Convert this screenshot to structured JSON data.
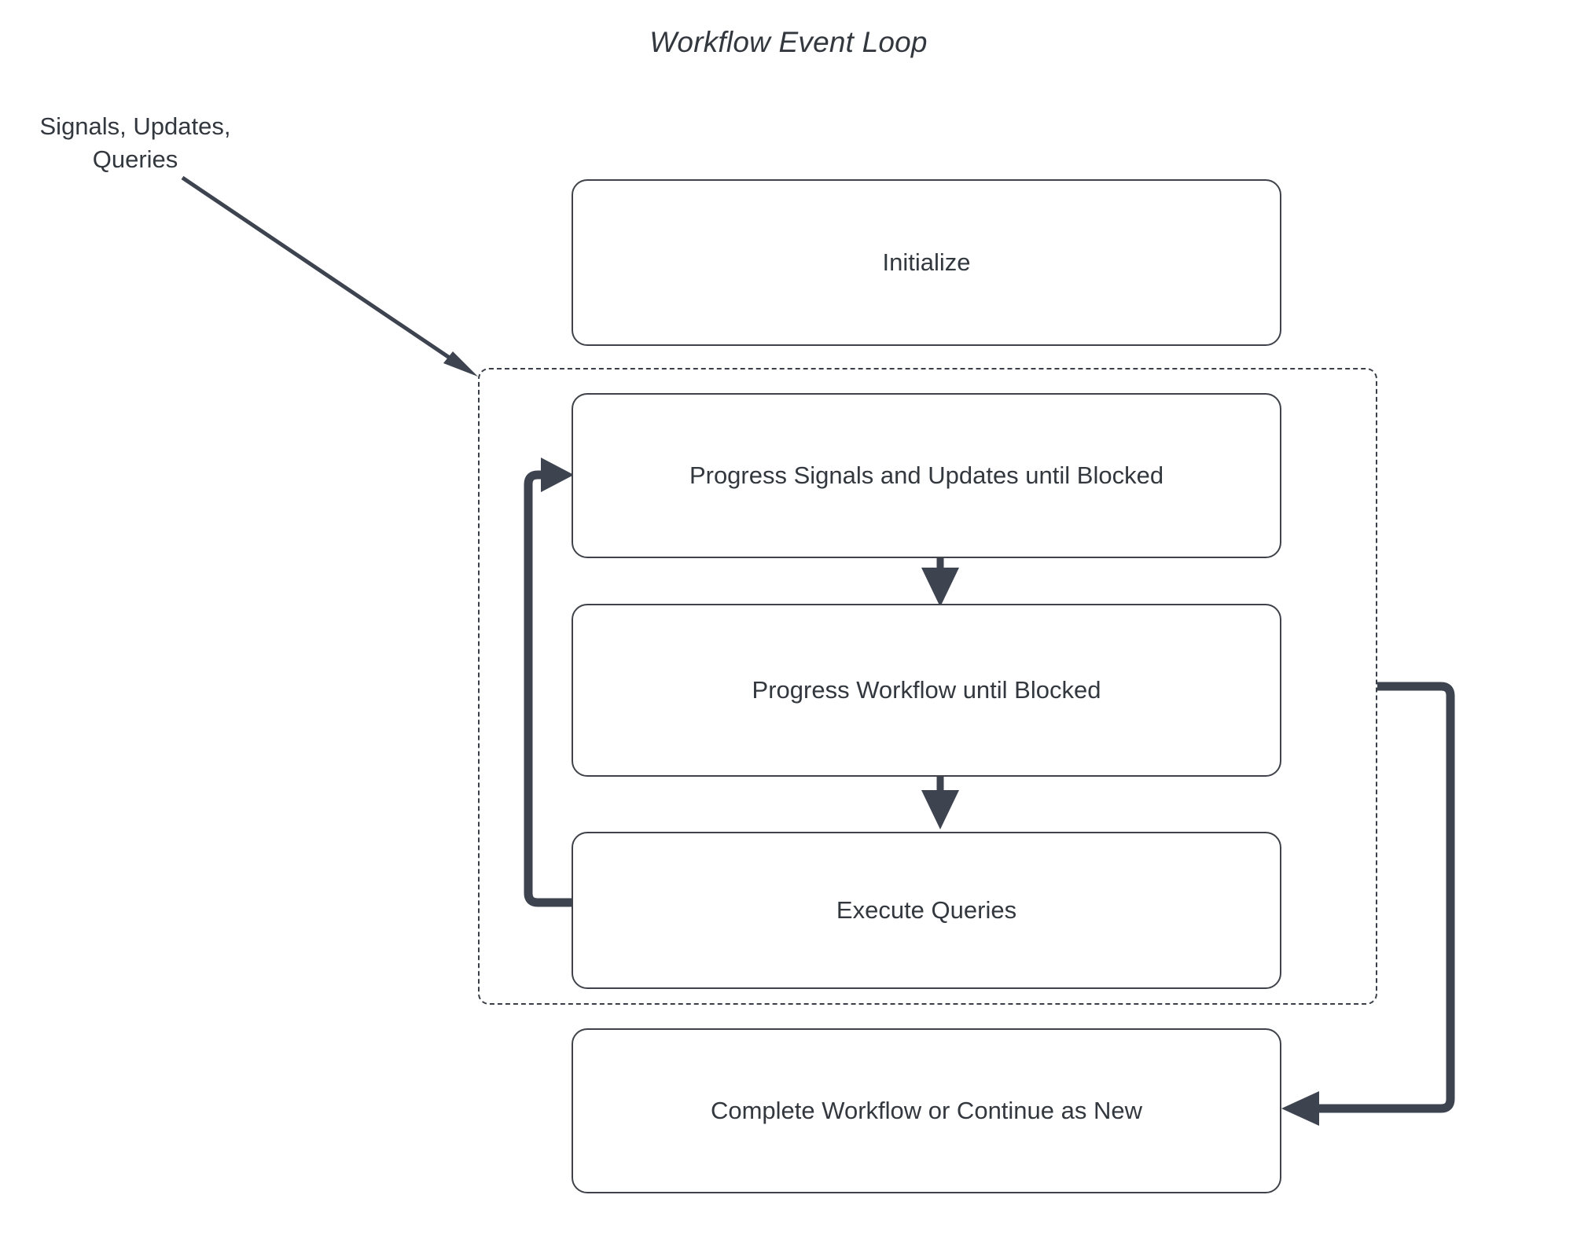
{
  "diagram": {
    "title": "Workflow Event Loop",
    "external_input_label": "Signals, Updates,\nQueries",
    "external_input_line1": "Signals, Updates,",
    "external_input_line2": "Queries",
    "colors": {
      "node_border": "#3f4349",
      "node_fill": "#ffffff",
      "text": "#33383f",
      "edge": "#3d4450",
      "dashed_group_border": "#3a3f47",
      "background": "#ffffff"
    },
    "nodes": [
      {
        "id": "initialize",
        "label": "Initialize",
        "shape": "rounded-rectangle",
        "inside_loop": false
      },
      {
        "id": "progress-signals",
        "label": "Progress Signals and Updates until Blocked",
        "shape": "rounded-rectangle",
        "inside_loop": true
      },
      {
        "id": "progress-workflow",
        "label": "Progress Workflow until Blocked",
        "shape": "rounded-rectangle",
        "inside_loop": true
      },
      {
        "id": "execute-queries",
        "label": "Execute Queries",
        "shape": "rounded-rectangle",
        "inside_loop": true
      },
      {
        "id": "complete-workflow",
        "label": "Complete Workflow or Continue as New",
        "shape": "rounded-rectangle",
        "inside_loop": false
      }
    ],
    "group": {
      "id": "event-loop-group",
      "style": "dashed",
      "label": ""
    },
    "edges": [
      {
        "id": "external-to-loop",
        "from": "external-input-label",
        "to": "event-loop-group",
        "style": "solid-diagonal",
        "arrow": "end"
      },
      {
        "id": "signals-to-workflow",
        "from": "progress-signals",
        "to": "progress-workflow",
        "style": "solid-vertical",
        "arrow": "end"
      },
      {
        "id": "workflow-to-queries",
        "from": "progress-workflow",
        "to": "execute-queries",
        "style": "solid-vertical",
        "arrow": "end"
      },
      {
        "id": "queries-back-to-signals",
        "from": "execute-queries",
        "to": "progress-signals",
        "style": "orthogonal-left-loop",
        "arrow": "end"
      },
      {
        "id": "loop-to-complete",
        "from": "event-loop-group",
        "to": "complete-workflow",
        "style": "orthogonal-right-loop",
        "arrow": "end"
      }
    ]
  }
}
